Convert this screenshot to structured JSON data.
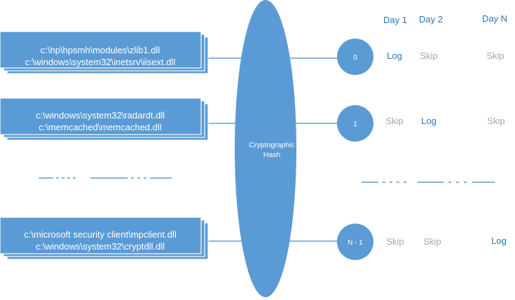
{
  "hash_label": [
    "Cryptographic",
    "Hash"
  ],
  "day_headers": [
    "Day 1",
    "Day 2",
    "Day N"
  ],
  "groups": [
    {
      "paths": [
        "c:\\hp\\hpsmh\\modules\\zlib1.dll",
        "c:\\windows\\system32\\inetsrv\\iisext.dll"
      ],
      "bucket": "0",
      "cells": [
        "Log",
        "Skip",
        "Skip"
      ]
    },
    {
      "paths": [
        "c:\\windows\\system32\\radardt.dll",
        "c:\\memcached\\memcached.dll"
      ],
      "bucket": "1",
      "cells": [
        "Skip",
        "Log",
        "Skip"
      ]
    },
    {
      "paths": [
        "c:\\microsoft security client\\mpclient.dll",
        "c:\\windows\\system32\\cryptdll.dll"
      ],
      "bucket": "N - 1",
      "cells": [
        "Skip",
        "Skip",
        "Log"
      ]
    }
  ],
  "colors": {
    "shape_fill": "#5b9bd5",
    "connector": "#4a86c5",
    "header_text": "#2e74b5",
    "log_text": "#2e74b5",
    "skip_text": "#a6a6a6"
  }
}
